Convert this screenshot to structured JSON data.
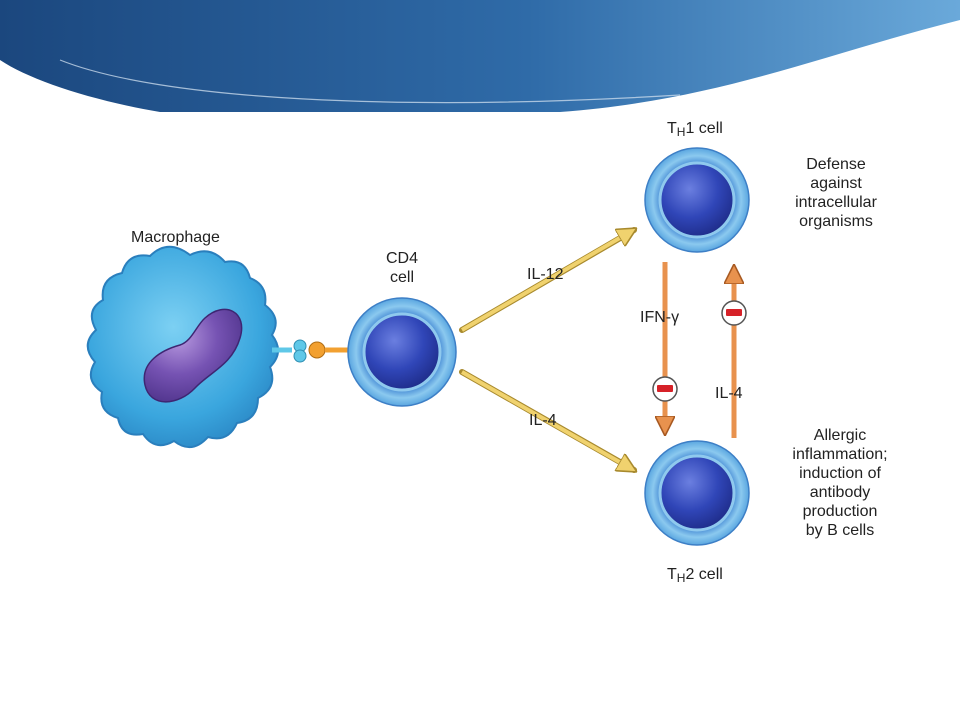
{
  "labels": {
    "macrophage": "Macrophage",
    "cd4_line1": "CD4",
    "cd4_line2": "cell",
    "il12": "IL-12",
    "il4_lower": "IL-4",
    "ifn_gamma": "IFN-γ",
    "il4_right": "IL-4",
    "th1": {
      "prefix": "T",
      "subscript": "H",
      "suffix": "1 cell"
    },
    "th2": {
      "prefix": "T",
      "subscript": "H",
      "suffix": "2 cell"
    },
    "th1_function": [
      "Defense",
      "against",
      "intracellular",
      "organisms"
    ],
    "th2_function": [
      "Allergic",
      "inflammation;",
      "induction of",
      "antibody",
      "production",
      "by B cells"
    ]
  },
  "colors": {
    "header_dark": "#1d4a80",
    "header_light": "#5b9bd0",
    "macrophage_body": "#3aa6de",
    "macrophage_nucleus": "#6d4aa8",
    "lymphocyte_ring": "#7cc2ec",
    "lymphocyte_nucleus": "#2c3fae",
    "activation_arrow": "#f0d26e",
    "regulation_arrow": "#e8924e",
    "inhibition_bar": "#d62128",
    "receptor_orange": "#f2a030",
    "receptor_blue": "#5fc8e8"
  }
}
